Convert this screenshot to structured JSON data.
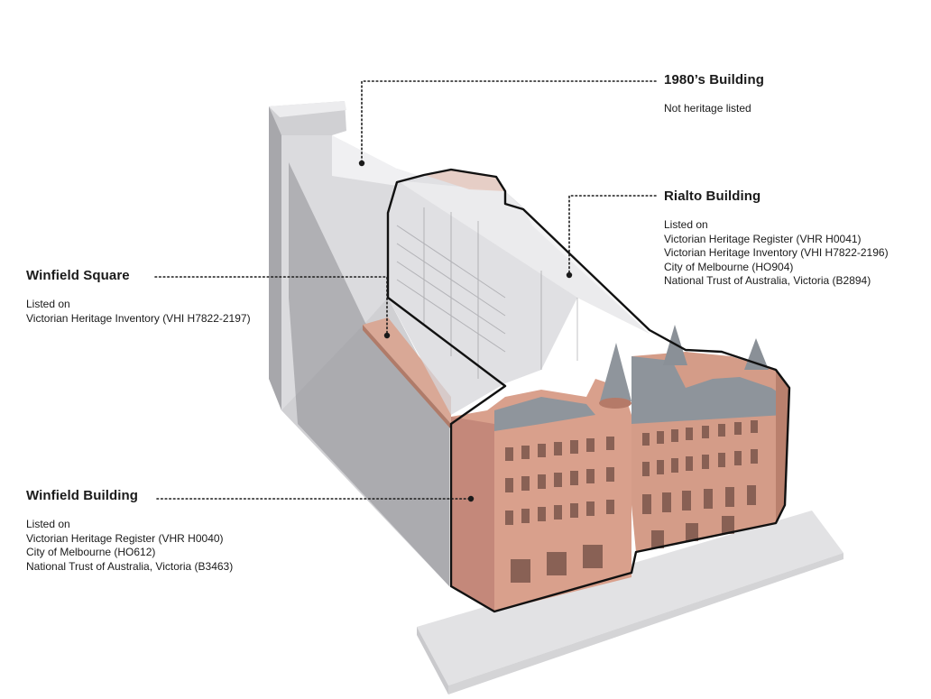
{
  "callouts": {
    "building_1980": {
      "title": "1980’s Building",
      "lines": [
        "Not heritage listed"
      ]
    },
    "rialto": {
      "title": "Rialto Building",
      "lines": [
        "Listed on",
        "Victorian Heritage Register (VHR H0041)",
        "Victorian Heritage Inventory (VHI H7822-2196)",
        "City of Melbourne (HO904)",
        "National Trust of Australia, Victoria (B2894)"
      ]
    },
    "winfield_square": {
      "title": "Winfield Square",
      "lines": [
        "Listed on",
        "Victorian Heritage Inventory (VHI H7822-2197)"
      ]
    },
    "winfield_building": {
      "title": "Winfield Building",
      "lines": [
        "Listed on",
        "Victorian Heritage Register (VHR H0040)",
        "City of Melbourne (HO612)",
        "National Trust of Australia, Victoria (B3463)"
      ]
    }
  },
  "colors": {
    "heritage_brick": "#d9a08c",
    "brick_shadow": "#b57a68",
    "modern_glass": "#cfcfd1",
    "modern_shadow": "#9d9da0",
    "ground": "#e3e3e5",
    "roof_slate": "#8f959c"
  }
}
